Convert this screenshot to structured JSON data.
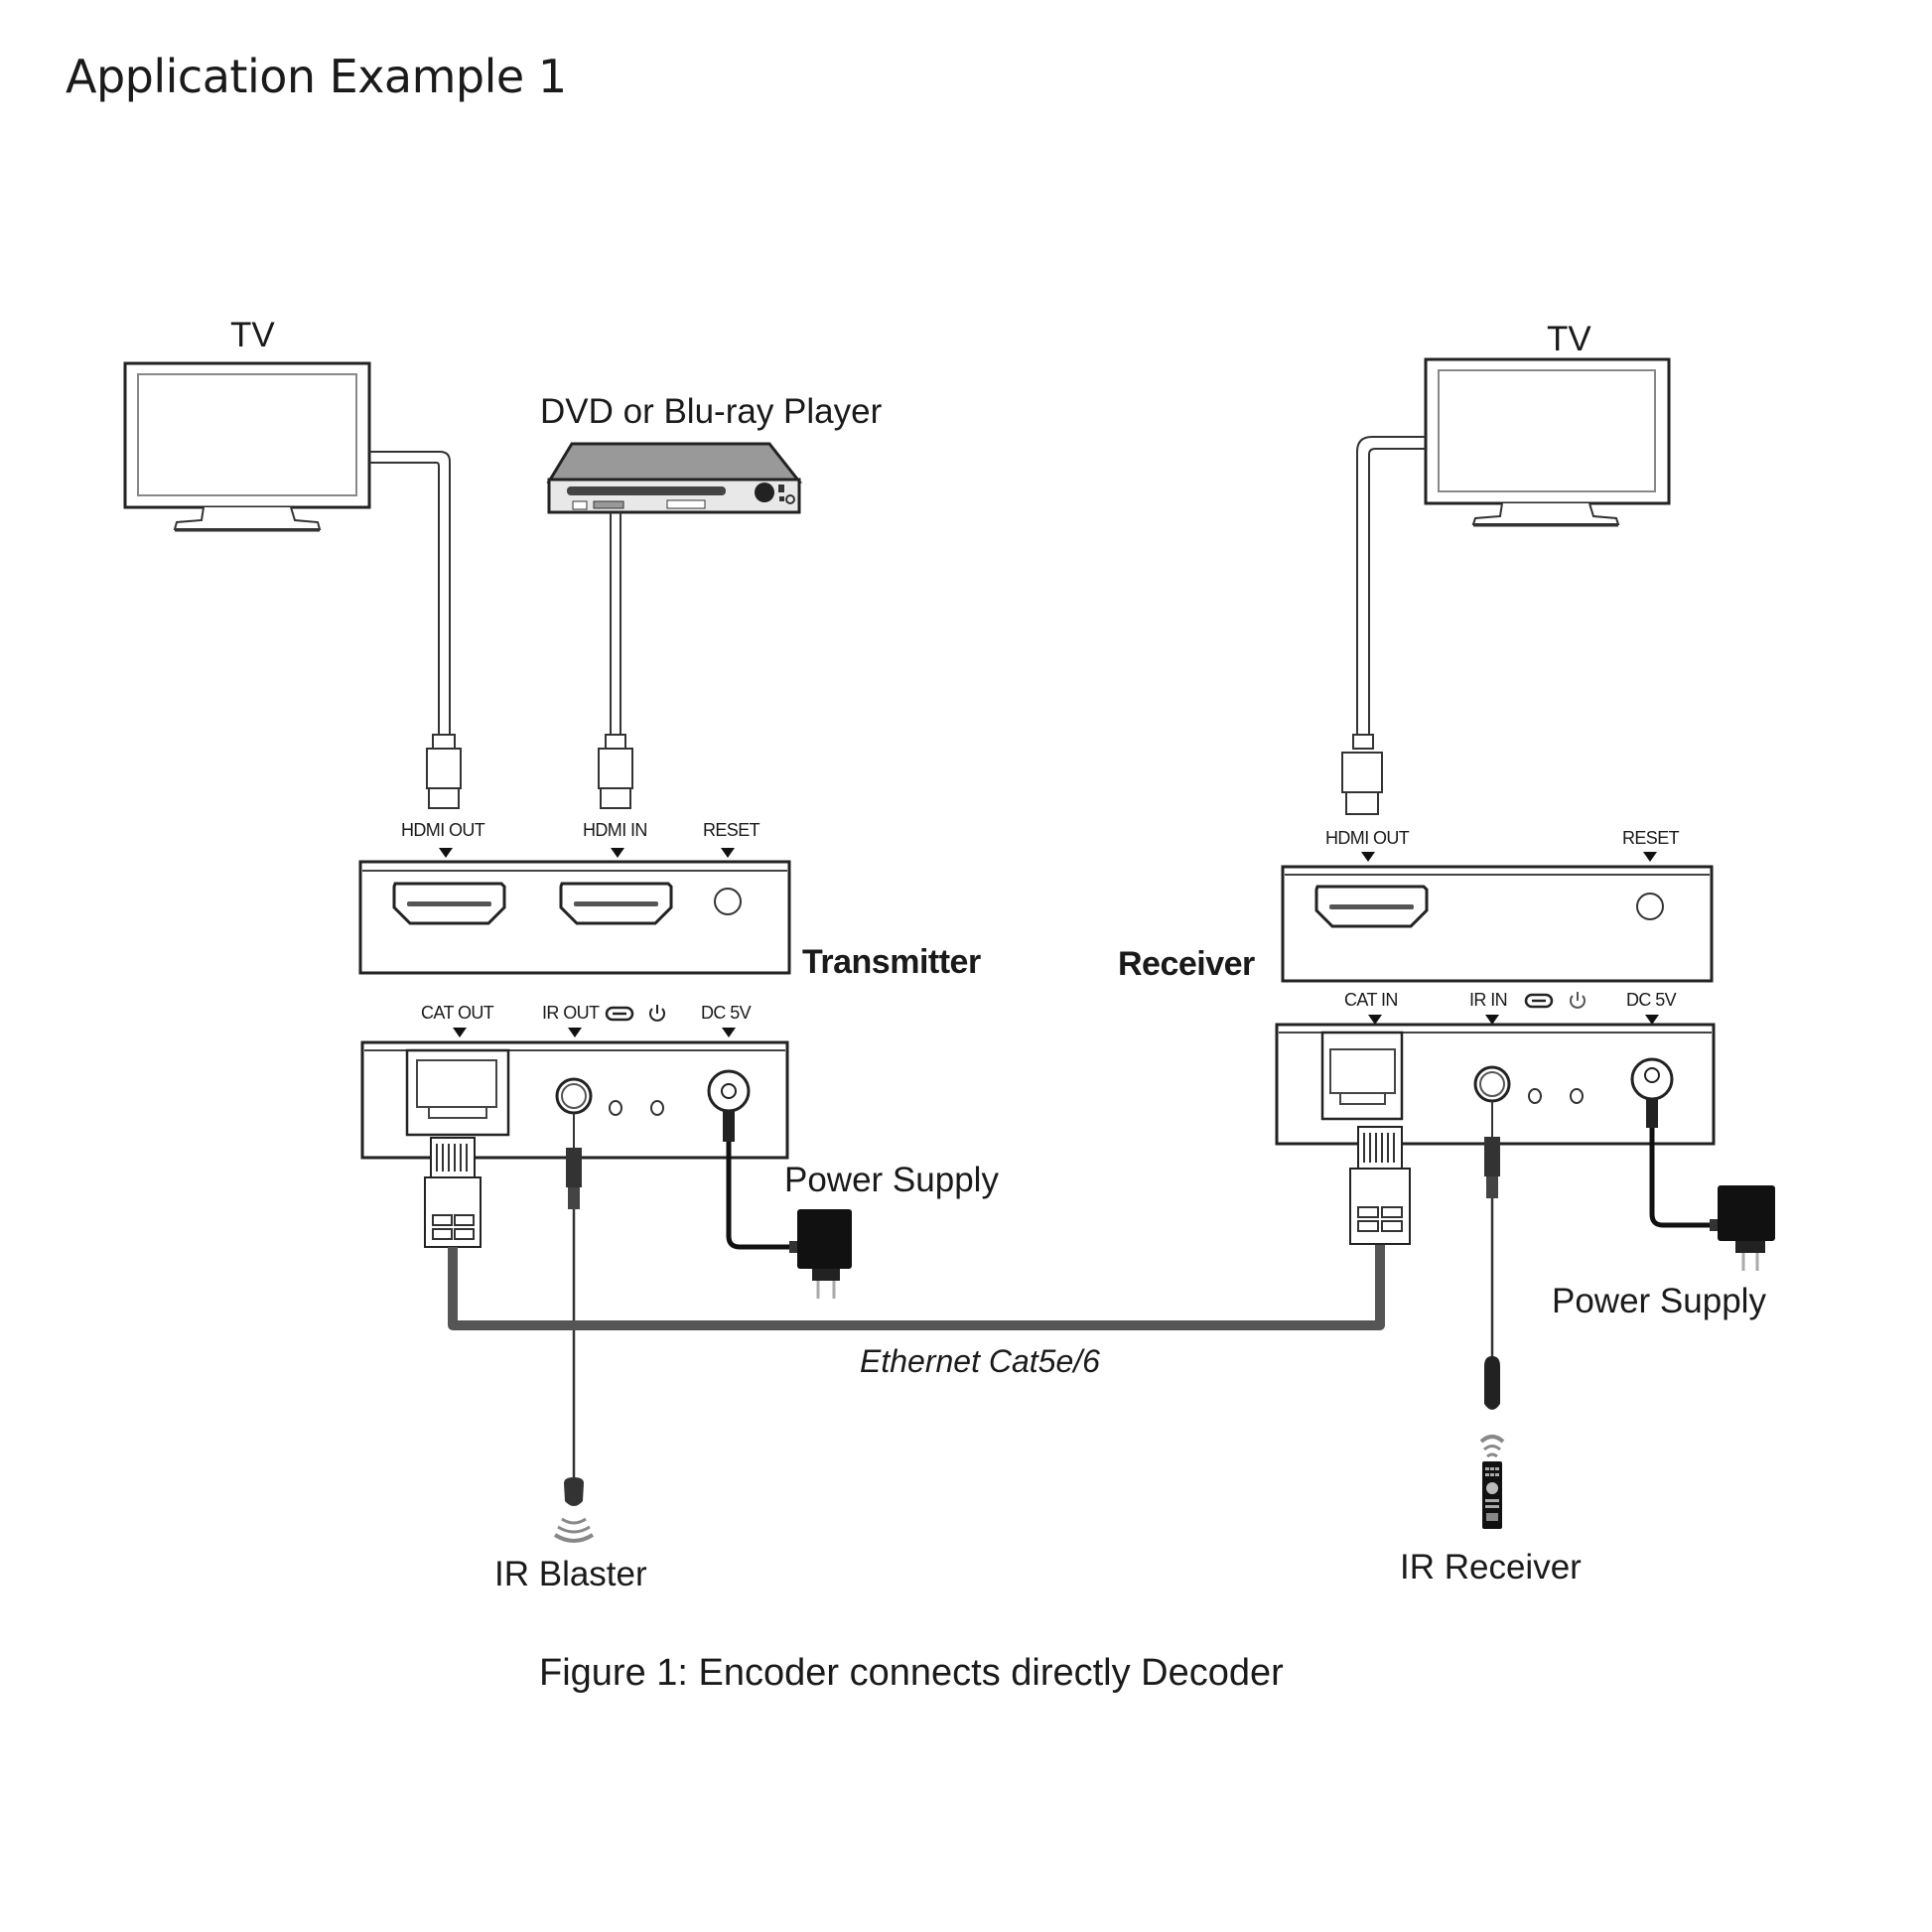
{
  "page": {
    "title": "Application Example 1"
  },
  "diagram": {
    "devices": {
      "tv_left": {
        "label": "TV"
      },
      "tv_right": {
        "label": "TV"
      },
      "dvd": {
        "label": "DVD or Blu-ray Player"
      },
      "transmitter": {
        "label": "Transmitter",
        "front_ports": [
          "HDMI OUT",
          "HDMI IN",
          "RESET"
        ],
        "rear_ports": [
          "CAT OUT",
          "IR OUT",
          "DC 5V"
        ]
      },
      "receiver": {
        "label": "Receiver",
        "front_ports": [
          "HDMI OUT",
          "RESET"
        ],
        "rear_ports": [
          "CAT IN",
          "IR IN",
          "DC 5V"
        ]
      },
      "power_supply_left": {
        "label": "Power Supply"
      },
      "power_supply_right": {
        "label": "Power Supply"
      },
      "ir_blaster": {
        "label": "IR Blaster"
      },
      "ir_receiver": {
        "label": "IR Receiver"
      }
    },
    "cable": {
      "label": "Ethernet Cat5e/6",
      "color": "#555555"
    },
    "icons": [
      "link-icon",
      "power-icon"
    ],
    "caption": "Figure 1: Encoder connects directly Decoder"
  }
}
